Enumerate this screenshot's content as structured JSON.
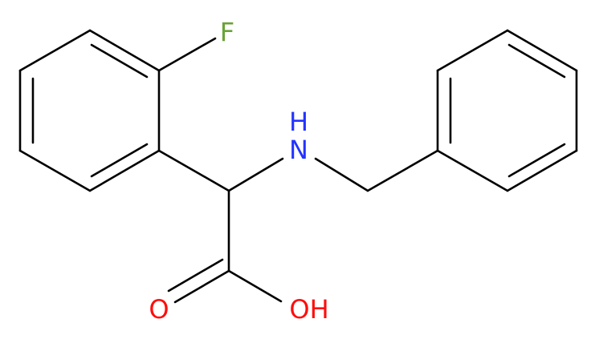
{
  "molecule": {
    "atoms": {
      "fluorine": {
        "label": "F",
        "color": "#6aa336"
      },
      "amine_n": {
        "label": "N",
        "color": "#2233ff"
      },
      "amine_h": {
        "label": "H",
        "color": "#2233ff"
      },
      "carbonyl_o": {
        "label": "O",
        "color": "#ff0d0d"
      },
      "hydroxyl": {
        "label": "OH",
        "color": "#ff0d0d"
      }
    },
    "bond_color": "#000000"
  }
}
